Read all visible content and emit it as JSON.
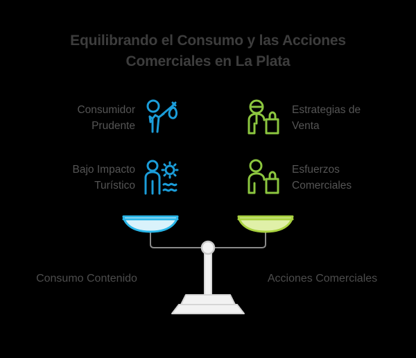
{
  "title": {
    "line1": "Equilibrando el Consumo y las Acciones",
    "line2": "Comerciales en La Plata"
  },
  "colors": {
    "background": "#000000",
    "title_text": "#3d3d3d",
    "label_text": "#555555",
    "bottom_label_text": "#4d4d4d",
    "blue_accent": "#1b9dd9",
    "green_accent": "#8cc63f",
    "pan_blue_fill": "#d9f2fb",
    "pan_blue_stroke": "#29b6e8",
    "pan_green_fill": "#e0f0a8",
    "pan_green_stroke": "#a9d23f",
    "scale_gray": "#f2f2f2",
    "scale_gray_stroke": "#cfcfcf",
    "beam_line": "#8a8a8a"
  },
  "features": [
    {
      "side": "left",
      "label": "Consumidor\nPrudente",
      "label_line1": "Consumidor",
      "label_line2": "Prudente",
      "icon": "person-with-bundle-icon",
      "color": "#1b9dd9"
    },
    {
      "side": "right",
      "label": "Estrategias de\nVenta",
      "label_line1": "Estrategias de",
      "label_line2": "Venta",
      "icon": "salesperson-with-shopping-bag-icon",
      "color": "#8cc63f"
    },
    {
      "side": "left",
      "label": "Bajo Impacto\nTurístico",
      "label_line1": "Bajo Impacto",
      "label_line2": "Turístico",
      "icon": "tourist-sun-waves-icon",
      "color": "#1b9dd9"
    },
    {
      "side": "right",
      "label": "Esfuerzos\nComerciales",
      "label_line1": "Esfuerzos",
      "label_line2": "Comerciales",
      "icon": "person-with-shopping-bag-icon",
      "color": "#8cc63f"
    }
  ],
  "scale": {
    "name": "balance-scale",
    "left_pan_label": "Consumo Contenido",
    "right_pan_label": "Acciones Comerciales",
    "state": "balanced"
  }
}
